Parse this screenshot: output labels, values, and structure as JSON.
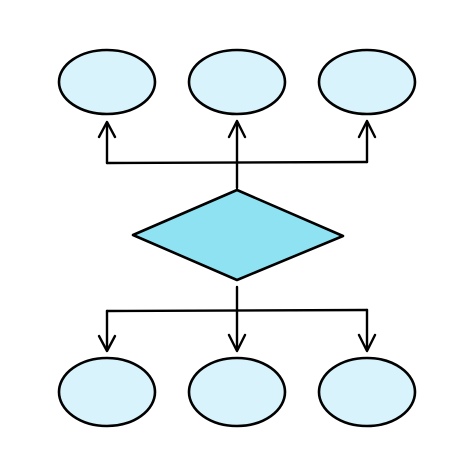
{
  "diagram": {
    "type": "flowchart",
    "description_note": "",
    "colors": {
      "ellipse_fill": "#d8f3fb",
      "diamond_fill": "#8fe2f2",
      "stroke": "#000000",
      "background": "#ffffff"
    },
    "nodes": [
      {
        "id": "top-left",
        "shape": "ellipse",
        "label": ""
      },
      {
        "id": "top-center",
        "shape": "ellipse",
        "label": ""
      },
      {
        "id": "top-right",
        "shape": "ellipse",
        "label": ""
      },
      {
        "id": "decision",
        "shape": "diamond",
        "label": ""
      },
      {
        "id": "bottom-left",
        "shape": "ellipse",
        "label": ""
      },
      {
        "id": "bottom-center",
        "shape": "ellipse",
        "label": ""
      },
      {
        "id": "bottom-right",
        "shape": "ellipse",
        "label": ""
      }
    ],
    "edges": [
      {
        "from": "decision",
        "to": "top-left"
      },
      {
        "from": "decision",
        "to": "top-center"
      },
      {
        "from": "decision",
        "to": "top-right"
      },
      {
        "from": "decision",
        "to": "bottom-left"
      },
      {
        "from": "decision",
        "to": "bottom-center"
      },
      {
        "from": "decision",
        "to": "bottom-right"
      }
    ]
  }
}
